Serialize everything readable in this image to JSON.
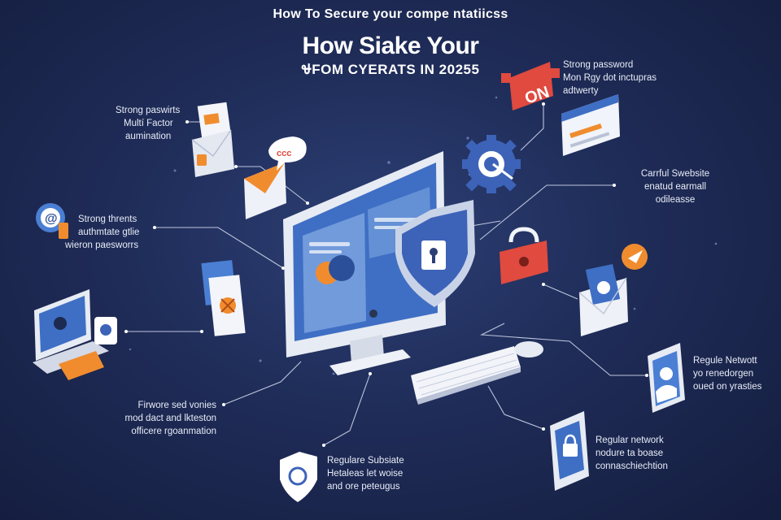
{
  "header": {
    "top_title": "How To Secure your compe ntatiicss",
    "headline": "How Sіake Your",
    "subhead": "ᏠFOM CYERATS IN 20255"
  },
  "labels": {
    "strong_pw_left": [
      "Strong paswirts",
      "Multí Factor",
      "aumination"
    ],
    "strong_threats": [
      "Strong thrents",
      "authmtate gtlie",
      "wieron paesworrs"
    ],
    "firmware": [
      "Fіrwore sed vonies",
      "mod dact and lkteston",
      "officere rgoanmation"
    ],
    "regular_subsite": [
      "Regulare Subsіate",
      "Hetaleas let woise",
      "and ore peteugus"
    ],
    "strong_pw_right": [
      "Strong password",
      "Mon Rgy dot inctupras",
      "adtwerty"
    ],
    "careful_website": [
      "Carrful Swebsite",
      "enatud earmall",
      "odileasse"
    ],
    "regule_network": [
      "Regule Netwott",
      "yo renedorgen",
      "oued on yrasties"
    ],
    "regular_network": [
      "Regular network",
      "nodure ta boase",
      "connaschiechtion"
    ]
  },
  "badges": {
    "on_text": "ON",
    "chat_text": "ccc"
  },
  "colors": {
    "background": "#1f2c58",
    "accent_blue": "#4a7fd4",
    "accent_red": "#e04a3f",
    "accent_orange": "#f08c2e",
    "line": "#cfd6ea"
  }
}
